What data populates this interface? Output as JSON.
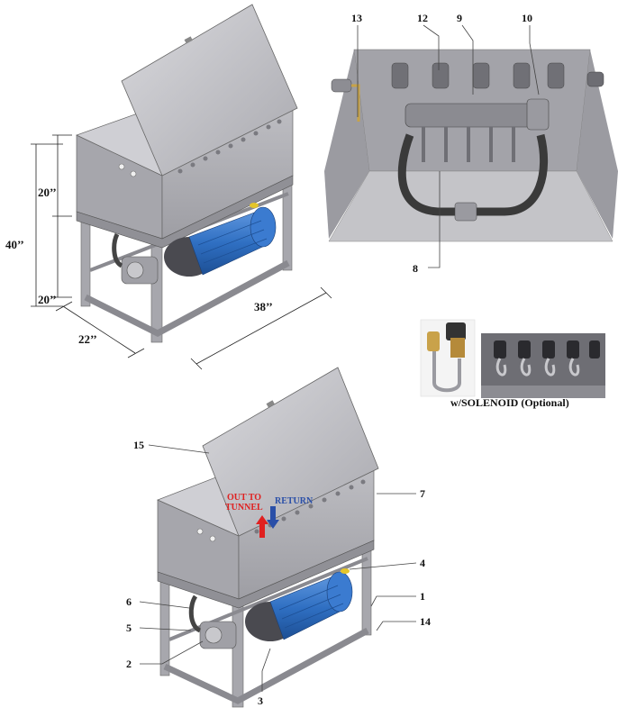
{
  "dimensions": {
    "height_total": "40’’",
    "height_upper": "20’’",
    "height_lower": "20’’",
    "width": "22’’",
    "length": "38’’"
  },
  "callouts": {
    "n1": "1",
    "n2": "2",
    "n3": "3",
    "n4": "4",
    "n5": "5",
    "n6": "6",
    "n7": "7",
    "n8": "8",
    "n9": "9",
    "n10": "10",
    "n12": "12",
    "n13": "13",
    "n14": "14",
    "n15": "15"
  },
  "flow": {
    "out_line1": "OUT TO",
    "out_line2": "TUNNEL",
    "return": "RETURN"
  },
  "solenoid_caption": "w/SOLENOID (Optional)",
  "colors": {
    "steel": "#b9b9be",
    "steel_dark": "#8f8f96",
    "steel_light": "#d6d6da",
    "motor_blue": "#2f6fc2",
    "out_arrow": "#e02020",
    "return_arrow": "#2a4fa8",
    "hose": "#3a3a3a"
  }
}
